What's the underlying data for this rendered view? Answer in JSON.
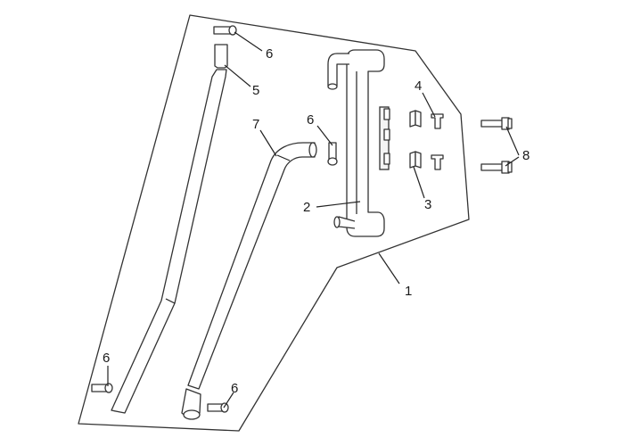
{
  "callouts": {
    "c1": "1",
    "c2": "2",
    "c3": "3",
    "c4": "4",
    "c5": "5",
    "c6a": "6",
    "c6b": "6",
    "c6c": "6",
    "c6d": "6",
    "c7": "7",
    "c8": "8"
  }
}
